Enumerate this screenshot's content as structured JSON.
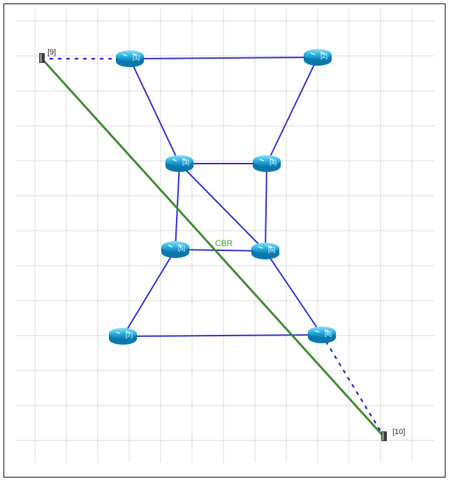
{
  "colors": {
    "grid": "#d9d9d9",
    "link": "#2b2bd6",
    "wireless": "#2b2bd6",
    "flow": "#3b8a2e",
    "flow_label": "#4a9a3a",
    "router_top": "#7fd6f2",
    "router_body": "#1da6da",
    "router_dark": "#0b78ad",
    "host": "#3a3a3a"
  },
  "routers": [
    {
      "id": "r1",
      "label": "[1]",
      "icon": "router-icon"
    },
    {
      "id": "r2",
      "label": "[2]",
      "icon": "router-icon"
    },
    {
      "id": "r3",
      "label": "[3]",
      "icon": "router-icon"
    },
    {
      "id": "r4",
      "label": "[4]",
      "icon": "router-icon"
    },
    {
      "id": "r5",
      "label": "[5]",
      "icon": "router-icon"
    },
    {
      "id": "r6",
      "label": "[6]",
      "icon": "router-icon"
    },
    {
      "id": "r7",
      "label": "[7]",
      "icon": "router-icon"
    },
    {
      "id": "r8",
      "label": "[8]",
      "icon": "router-icon"
    }
  ],
  "hosts": [
    {
      "id": "h9",
      "label": "[9]",
      "icon": "host-icon"
    },
    {
      "id": "h10",
      "label": "[10]",
      "icon": "host-icon"
    }
  ],
  "links": [
    {
      "from": "r1",
      "to": "r2",
      "kind": "wired"
    },
    {
      "from": "r1",
      "to": "r3",
      "kind": "wired"
    },
    {
      "from": "r2",
      "to": "r4",
      "kind": "wired"
    },
    {
      "from": "r3",
      "to": "r4",
      "kind": "wired"
    },
    {
      "from": "r3",
      "to": "r5",
      "kind": "wired"
    },
    {
      "from": "r3",
      "to": "r6",
      "kind": "wired"
    },
    {
      "from": "r4",
      "to": "r6",
      "kind": "wired"
    },
    {
      "from": "r5",
      "to": "r6",
      "kind": "wired"
    },
    {
      "from": "r5",
      "to": "r7",
      "kind": "wired"
    },
    {
      "from": "r6",
      "to": "r8",
      "kind": "wired"
    },
    {
      "from": "r7",
      "to": "r8",
      "kind": "wired"
    },
    {
      "from": "h9",
      "to": "r1",
      "kind": "wireless"
    },
    {
      "from": "r8",
      "to": "h10",
      "kind": "wireless"
    }
  ],
  "flow": {
    "from": "h9",
    "to": "h10",
    "label": "CBR"
  }
}
